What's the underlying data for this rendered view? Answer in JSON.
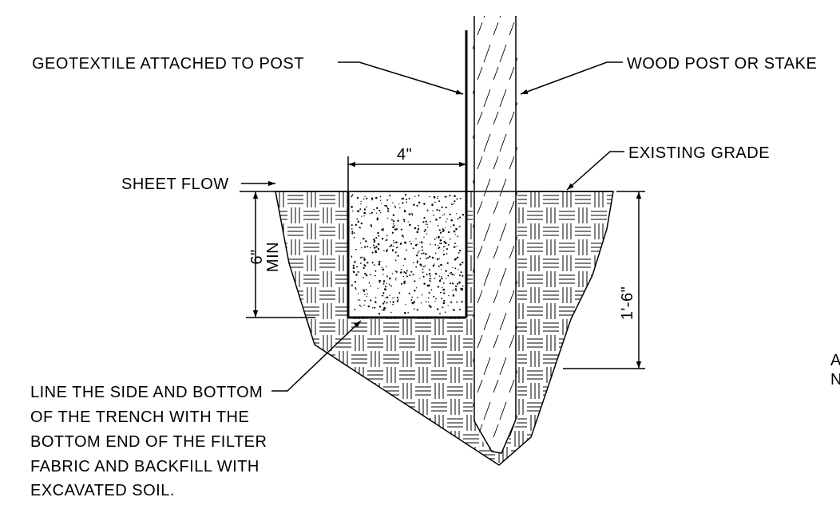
{
  "labels": {
    "geotextile": "GEOTEXTILE ATTACHED TO POST",
    "wood_post": "WOOD POST OR STAKE",
    "existing_grade": "EXISTING GRADE",
    "sheet_flow": "SHEET FLOW",
    "trench_width": "4\"",
    "trench_depth": "6\"",
    "trench_depth_min": "MIN",
    "embed_depth": "1'-6\"",
    "trench_note": [
      "LINE THE SIDE AND BOTTOM",
      "OF THE TRENCH WITH THE",
      "BOTTOM END OF THE FILTER",
      "FABRIC AND BACKFILL WITH",
      "EXCAVATED SOIL."
    ],
    "cut_off_right": [
      "A",
      "N"
    ]
  }
}
